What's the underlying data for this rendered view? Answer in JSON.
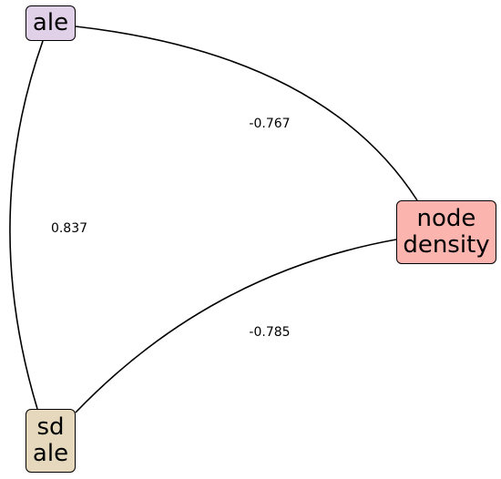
{
  "nodes": [
    {
      "id": "ale",
      "label": "ale",
      "color": "#e0d0e8"
    },
    {
      "id": "node_density",
      "label": "node\ndensity",
      "color": "#fbb4ae"
    },
    {
      "id": "sd_ale",
      "label": "sd\nale",
      "color": "#e6d8bd"
    }
  ],
  "edges": [
    {
      "from": "ale",
      "to": "node_density",
      "weight": "-0.767"
    },
    {
      "from": "node_density",
      "to": "sd_ale",
      "weight": "-0.785"
    },
    {
      "from": "sd_ale",
      "to": "ale",
      "weight": "0.837"
    }
  ]
}
